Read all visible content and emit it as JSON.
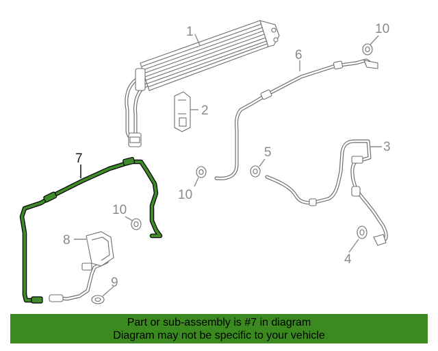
{
  "callouts": {
    "c1": "1",
    "c2": "2",
    "c3": "3",
    "c4": "4",
    "c5": "5",
    "c6": "6",
    "c7": "7",
    "c8": "8",
    "c9": "9",
    "c10a": "10",
    "c10b": "10",
    "c10c": "10"
  },
  "highlighted_part": "7",
  "colors": {
    "highlight": "#3f8a2a",
    "banner": "#3a8a20",
    "line": "#6e6e6e"
  },
  "banner": {
    "line1": "Part or sub-assembly is #7 in diagram",
    "line2": "Diagram may not be specific to your vehicle"
  }
}
